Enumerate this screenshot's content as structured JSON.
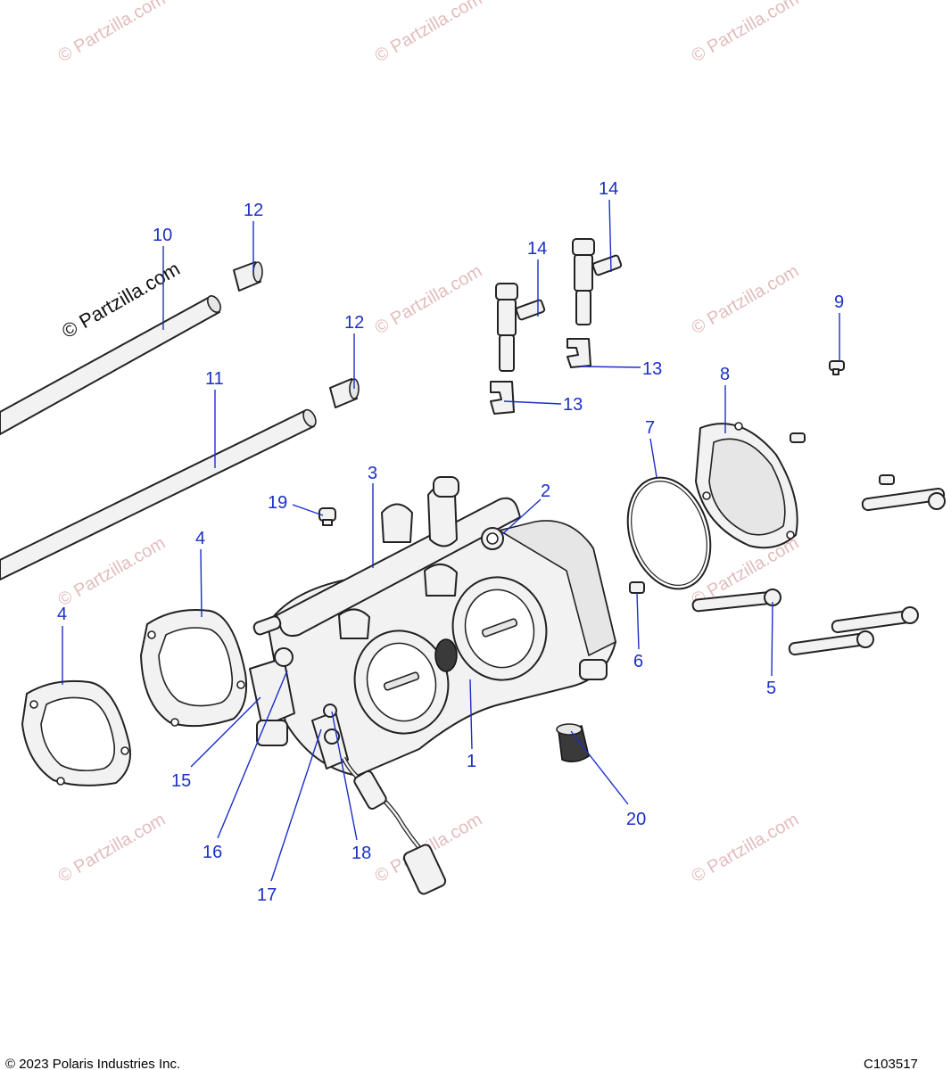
{
  "watermark": {
    "text": "© Partzilla.com",
    "primary_text": "© Partzilla.com",
    "faint_color": "#e2bcbc"
  },
  "colors": {
    "callout": "#1a2fc8",
    "line_art": "#222222"
  },
  "callouts": [
    {
      "id": "1",
      "label": "1"
    },
    {
      "id": "2",
      "label": "2"
    },
    {
      "id": "3",
      "label": "3"
    },
    {
      "id": "4a",
      "label": "4"
    },
    {
      "id": "4b",
      "label": "4"
    },
    {
      "id": "5",
      "label": "5"
    },
    {
      "id": "6",
      "label": "6"
    },
    {
      "id": "7",
      "label": "7"
    },
    {
      "id": "8",
      "label": "8"
    },
    {
      "id": "9",
      "label": "9"
    },
    {
      "id": "10",
      "label": "10"
    },
    {
      "id": "11",
      "label": "11"
    },
    {
      "id": "12a",
      "label": "12"
    },
    {
      "id": "12b",
      "label": "12"
    },
    {
      "id": "13a",
      "label": "13"
    },
    {
      "id": "13b",
      "label": "13"
    },
    {
      "id": "14a",
      "label": "14"
    },
    {
      "id": "14b",
      "label": "14"
    },
    {
      "id": "15",
      "label": "15"
    },
    {
      "id": "16",
      "label": "16"
    },
    {
      "id": "17",
      "label": "17"
    },
    {
      "id": "18",
      "label": "18"
    },
    {
      "id": "19",
      "label": "19"
    },
    {
      "id": "20",
      "label": "20"
    }
  ],
  "footer": {
    "copyright": "© 2023 Polaris Industries Inc.",
    "figure_id": "C103517"
  }
}
